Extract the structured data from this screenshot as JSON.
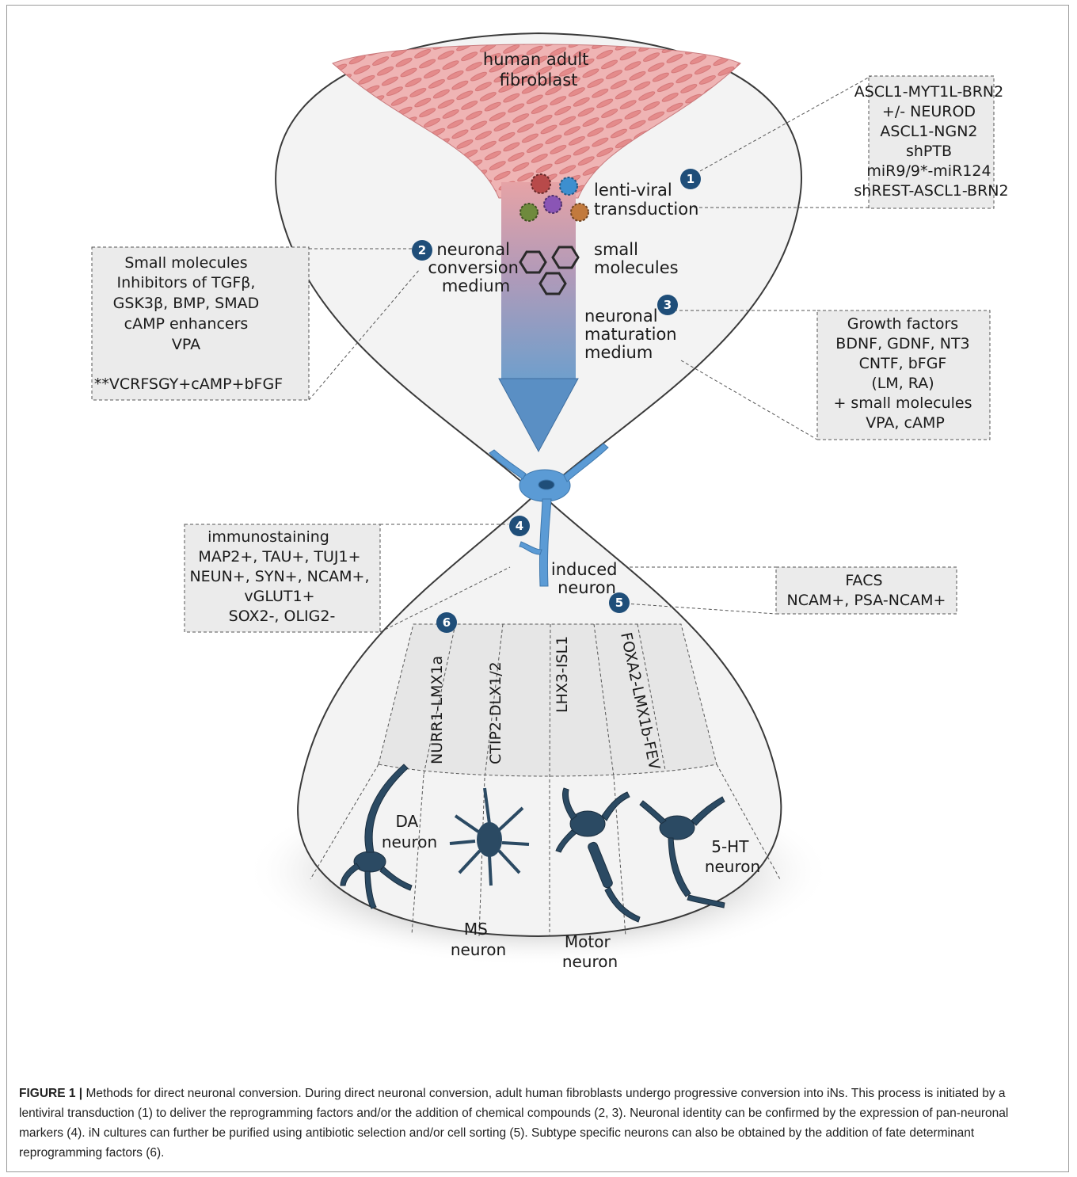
{
  "top": {
    "title_lines": [
      "human adult",
      "fibroblast"
    ]
  },
  "stage1": {
    "number": "1",
    "label_lines": [
      "lenti-viral",
      "transduction"
    ],
    "box_lines": [
      "ASCL1-MYT1L-BRN2",
      "+/- NEUROD",
      "ASCL1-NGN2",
      "shPTB",
      "miR9/9*-miR124",
      "shREST-ASCL1-BRN2"
    ]
  },
  "stage2": {
    "number": "2",
    "label_lines": [
      "neuronal",
      "conversion",
      "medium"
    ],
    "small_molecules_lines": [
      "small",
      "molecules"
    ],
    "box_lines": [
      "Small molecules",
      "Inhibitors of TGFβ,",
      "GSK3β, BMP, SMAD",
      "cAMP enhancers",
      "VPA",
      "",
      "**VCRFSGY+cAMP+bFGF"
    ]
  },
  "stage3": {
    "number": "3",
    "label_lines": [
      "neuronal",
      "maturation",
      "medium"
    ],
    "box_lines": [
      "Growth factors",
      "BDNF, GDNF, NT3",
      "CNTF, bFGF",
      "(LM, RA)",
      "+ small molecules",
      "VPA, cAMP"
    ]
  },
  "stage4": {
    "number": "4",
    "box_lines": [
      "immunostaining",
      "MAP2+, TAU+, TUJ1+",
      "NEUN+, SYN+, NCAM+,",
      "vGLUT1+",
      "SOX2-, OLIG2-"
    ]
  },
  "middle": {
    "induced_lines": [
      "induced",
      "neuron"
    ]
  },
  "stage5": {
    "number": "5",
    "box_lines": [
      "FACS",
      "NCAM+, PSA-NCAM+"
    ]
  },
  "stage6": {
    "number": "6",
    "factors": [
      "NURR1-LMX1a",
      "CTIP2-DLX1/2",
      "LHX3-ISL1",
      "FOXA2-LMX1b-FEV"
    ]
  },
  "subtypes": {
    "da": [
      "DA",
      "neuron"
    ],
    "ms": [
      "MS",
      "neuron"
    ],
    "motor": [
      "Motor",
      "neuron"
    ],
    "ht": [
      "5-HT",
      "neuron"
    ]
  },
  "caption": {
    "label": "FIGURE 1 |",
    "text": " Methods for direct neuronal conversion. During direct neuronal conversion, adult human fibroblasts undergo progressive conversion into iNs. This process is initiated by a lentiviral transduction (1) to deliver the reprogramming factors and/or the addition of chemical compounds (2, 3). Neuronal identity can be confirmed by the expression of pan-neuronal markers (4). iN cultures can further be purified using antibiotic selection and/or cell sorting (5). Subtype specific neurons can also be obtained by the addition of fate determinant reprogramming factors (6)."
  },
  "colors": {
    "badge": "#1f4e79",
    "neuron_light": "#5b9bd5",
    "neuron_dark": "#2b4a63",
    "fibroblast": "#e8a0a0",
    "flask": "#f2f2f2",
    "box": "#ebebeb"
  }
}
